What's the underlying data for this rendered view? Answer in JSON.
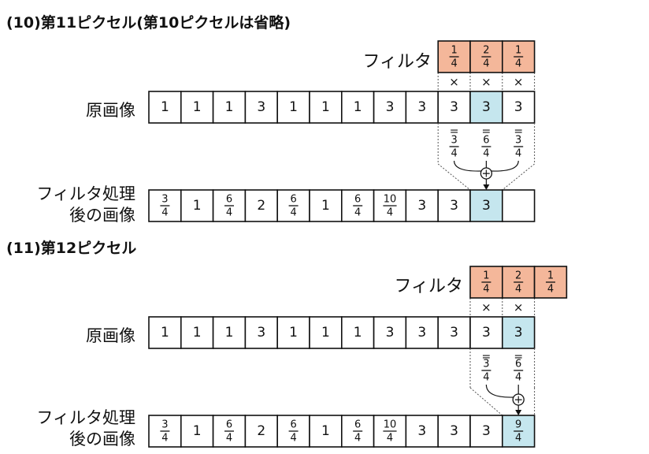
{
  "sections": [
    {
      "heading": "(10)第11ピクセル(第10ピクセルは省略)",
      "filter_label": "フィルタ",
      "filter": [
        {
          "num": "1",
          "den": "4"
        },
        {
          "num": "2",
          "den": "4"
        },
        {
          "num": "1",
          "den": "4"
        }
      ],
      "filter_start_col": 9,
      "multiply_sign": "×",
      "original_label": "原画像",
      "original": [
        "1",
        "1",
        "1",
        "3",
        "1",
        "1",
        "1",
        "3",
        "3",
        "3",
        "3",
        "3"
      ],
      "original_highlight": 10,
      "equals_sign": "=",
      "products": [
        {
          "num": "3",
          "den": "4"
        },
        {
          "num": "6",
          "den": "4"
        },
        {
          "num": "3",
          "den": "4"
        }
      ],
      "products_start_col": 9,
      "plus_sign": "+",
      "filtered_label_1": "フィルタ処理",
      "filtered_label_2": "後の画像",
      "filtered": [
        {
          "num": "3",
          "den": "4"
        },
        {
          "text": "1"
        },
        {
          "num": "6",
          "den": "4"
        },
        {
          "text": "2"
        },
        {
          "num": "6",
          "den": "4"
        },
        {
          "text": "1"
        },
        {
          "num": "6",
          "den": "4"
        },
        {
          "num": "10",
          "den": "4"
        },
        {
          "text": "3"
        },
        {
          "text": "3"
        },
        {
          "text": "3"
        },
        {
          "text": ""
        }
      ],
      "filtered_highlight": 10,
      "colors": {
        "filter_fill": "#f4b79a",
        "highlight_fill": "#c5e6ee",
        "stroke": "#111111"
      }
    },
    {
      "heading": "(11)第12ピクセル",
      "filter_label": "フィルタ",
      "filter": [
        {
          "num": "1",
          "den": "4"
        },
        {
          "num": "2",
          "den": "4"
        },
        {
          "num": "1",
          "den": "4"
        }
      ],
      "filter_start_col": 10,
      "multiply_sign": "×",
      "original_label": "原画像",
      "original": [
        "1",
        "1",
        "1",
        "3",
        "1",
        "1",
        "1",
        "3",
        "3",
        "3",
        "3",
        "3"
      ],
      "original_highlight": 11,
      "equals_sign": "=",
      "products": [
        {
          "num": "3",
          "den": "4"
        },
        {
          "num": "6",
          "den": "4"
        }
      ],
      "products_start_col": 10,
      "plus_sign": "+",
      "filtered_label_1": "フィルタ処理",
      "filtered_label_2": "後の画像",
      "filtered": [
        {
          "num": "3",
          "den": "4"
        },
        {
          "text": "1"
        },
        {
          "num": "6",
          "den": "4"
        },
        {
          "text": "2"
        },
        {
          "num": "6",
          "den": "4"
        },
        {
          "text": "1"
        },
        {
          "num": "6",
          "den": "4"
        },
        {
          "num": "10",
          "den": "4"
        },
        {
          "text": "3"
        },
        {
          "text": "3"
        },
        {
          "text": "3"
        },
        {
          "num": "9",
          "den": "4"
        }
      ],
      "filtered_highlight": 11,
      "colors": {
        "filter_fill": "#f4b79a",
        "highlight_fill": "#c5e6ee",
        "stroke": "#111111"
      }
    }
  ]
}
